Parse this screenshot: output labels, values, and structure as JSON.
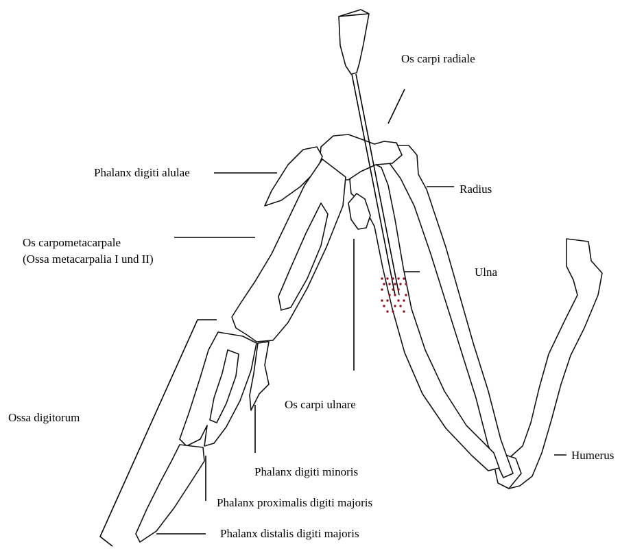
{
  "labels": {
    "os_carpi_radiale": "Os carpi radiale",
    "phalanx_digiti_alulae": "Phalanx digiti alulae",
    "radius": "Radius",
    "os_carpometacarpale": "Os carpometacarpale",
    "ossa_metacarpalia": "(Ossa metacarpalia I und II)",
    "ulna": "Ulna",
    "ossa_digitorum": "Ossa digitorum",
    "os_carpi_ulnare": "Os carpi ulnare",
    "humerus": "Humerus",
    "phalanx_digiti_minoris": "Phalanx digiti minoris",
    "phalanx_proximalis": "Phalanx proximalis digiti majoris",
    "phalanx_distalis": "Phalanx distalis digiti majoris"
  },
  "colors": {
    "line": "#000000",
    "marrow_dots": "#8b1a2b"
  }
}
